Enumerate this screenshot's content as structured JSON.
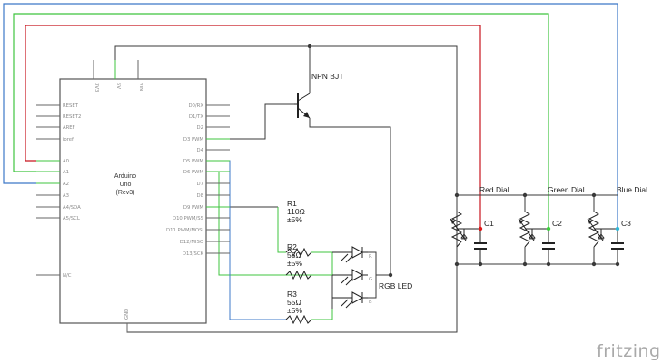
{
  "arduino": {
    "name_line1": "Arduino",
    "name_line2": "Uno",
    "name_line3": "(Rev3)",
    "left_pins": [
      "RESET",
      "RESET2",
      "AREF",
      "ioref",
      "A0",
      "A1",
      "A2",
      "A3",
      "A4/SDA",
      "A5/SCL",
      "N/C"
    ],
    "right_pins": [
      "D0/RX",
      "D1/TX",
      "D2",
      "D3 PWM",
      "D4",
      "D5 PWM",
      "D6 PWM",
      "D7",
      "D8",
      "D9 PWM",
      "D10 PWM/SS",
      "D11 PWM/MOSI",
      "D12/MISO",
      "D13/SCK"
    ],
    "top_pins": [
      "3V3",
      "5V",
      "VIN"
    ],
    "bottom_pin": "GND"
  },
  "transistor": {
    "label": "NPN BJT"
  },
  "resistors": [
    {
      "name": "R1",
      "value": "110Ω",
      "tolerance": "±5%"
    },
    {
      "name": "R2",
      "value": "55Ω",
      "tolerance": "±5%"
    },
    {
      "name": "R3",
      "value": "55Ω",
      "tolerance": "±5%"
    }
  ],
  "led": {
    "label": "RGB LED",
    "pins": [
      "R",
      "G",
      "B"
    ]
  },
  "dials": [
    {
      "label": "Red Dial",
      "cap": "C1"
    },
    {
      "label": "Green Dial",
      "cap": "C2"
    },
    {
      "label": "Blue Dial",
      "cap": "C3"
    }
  ],
  "colors": {
    "wire": "#3a3a3a",
    "red": "#c8141e",
    "green": "#3fc43f",
    "blue": "#3c78c8",
    "dot_green": "#3cd03c",
    "dot_red": "#e01818",
    "dot_blue": "#30b8d8"
  },
  "logo": "fritzing"
}
